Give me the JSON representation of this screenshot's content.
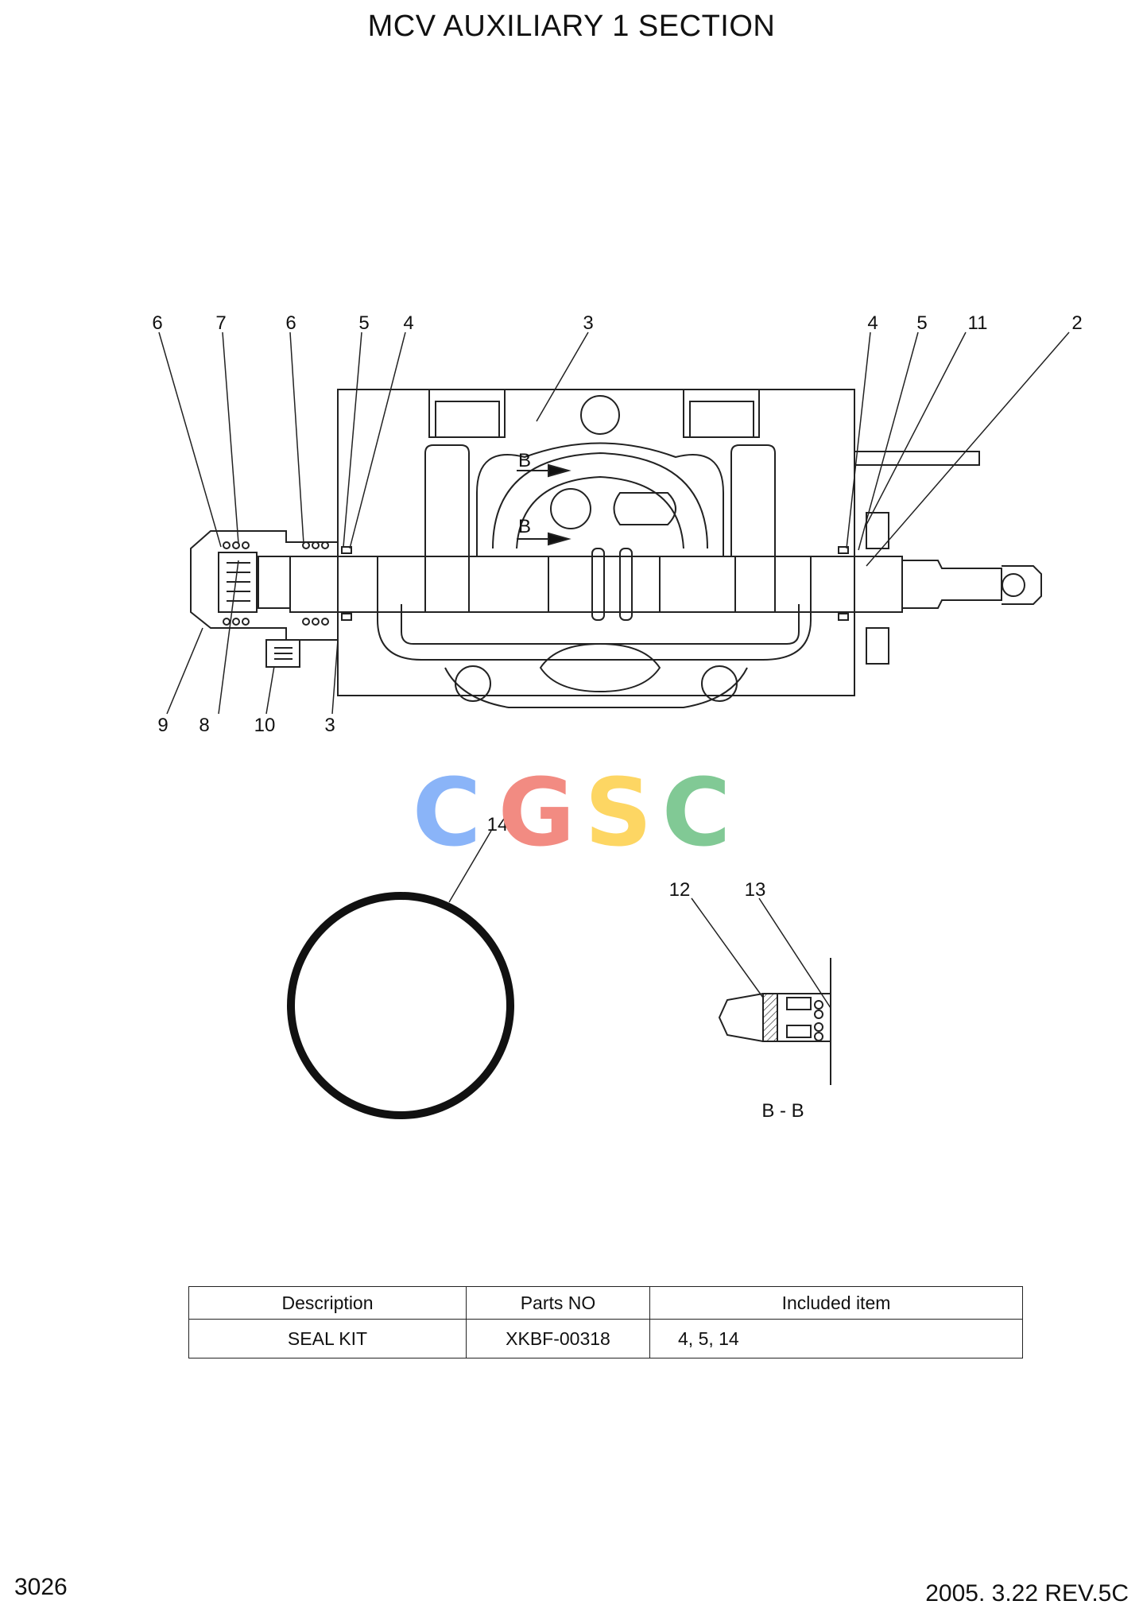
{
  "title": "MCV AUXILIARY 1 SECTION",
  "callouts": {
    "top_6a": "6",
    "top_7": "7",
    "top_6b": "6",
    "top_5a": "5",
    "top_4a": "4",
    "top_3": "3",
    "top_4b": "4",
    "top_5b": "5",
    "top_11": "11",
    "top_2": "2",
    "bot_9": "9",
    "bot_8": "8",
    "bot_10": "10",
    "bot_3": "3",
    "c14": "14",
    "c12": "12",
    "c13": "13"
  },
  "section_marks": {
    "b_upper": "B",
    "b_lower": "B"
  },
  "section_caption": "B - B",
  "logo": {
    "letters": [
      "C",
      "G",
      "S",
      "C"
    ],
    "colors": [
      "#8ab4f8",
      "#f28b82",
      "#fdd663",
      "#81c995"
    ]
  },
  "table": {
    "headers": [
      "Description",
      "Parts NO",
      "Included item"
    ],
    "rows": [
      [
        "SEAL KIT",
        "XKBF-00318",
        "4, 5, 14"
      ]
    ]
  },
  "footer": {
    "page": "3026",
    "revision": "2005. 3.22 REV.5C"
  }
}
